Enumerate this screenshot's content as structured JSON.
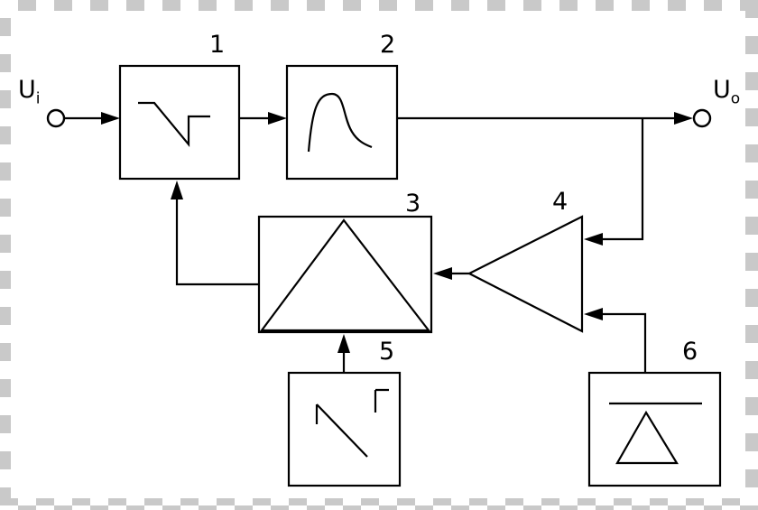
{
  "background": {
    "checker_color": "#c9c9c9",
    "canvas_color": "#ffffff",
    "stroke_color": "#000000"
  },
  "ports": {
    "input": {
      "base": "U",
      "sub": "i"
    },
    "output": {
      "base": "U",
      "sub": "o"
    }
  },
  "blocks": [
    {
      "label": "1",
      "symbol": "clipped-sawtooth-waveform-icon"
    },
    {
      "label": "2",
      "symbol": "pulse-decay-curve-icon"
    },
    {
      "label": "3",
      "symbol": "triangle-inside-box-icon"
    },
    {
      "label": "4",
      "symbol": "left-pointing-amplifier-triangle-icon"
    },
    {
      "label": "5",
      "symbol": "falling-ramp-waveform-icon"
    },
    {
      "label": "6",
      "symbol": "triangle-under-bar-reference-icon"
    }
  ]
}
